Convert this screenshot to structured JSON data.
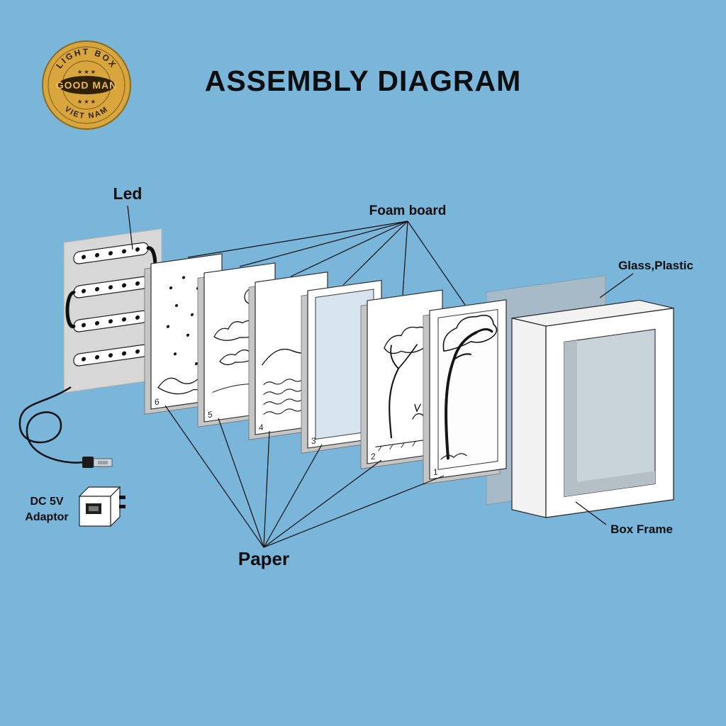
{
  "colors": {
    "background": "#79b6da",
    "ink": "#0e0e0e",
    "logo_gold": "#d9a63e",
    "logo_dark": "#2e2106",
    "frame_white": "#ffffff",
    "frame_depth": "#c6c6c6",
    "glass": "#aebbc4",
    "panel_gray": "#d7d7d7"
  },
  "title": "ASSEMBLY DIAGRAM",
  "logo": {
    "top": "LIGHT BOX",
    "center": "GOOD MAN",
    "bottom": "VIET NAM",
    "stars": "★ ★ ★"
  },
  "labels": {
    "led": "Led",
    "foam_board": "Foam board",
    "glass_plastic": "Glass,Plastic",
    "box_frame": "Box Frame",
    "paper": "Paper",
    "adaptor_line1": "DC 5V",
    "adaptor_line2": "Adaptor"
  },
  "frames": [
    {
      "number": "6"
    },
    {
      "number": "5"
    },
    {
      "number": "4"
    },
    {
      "number": "3"
    },
    {
      "number": "2"
    },
    {
      "number": "1"
    }
  ]
}
